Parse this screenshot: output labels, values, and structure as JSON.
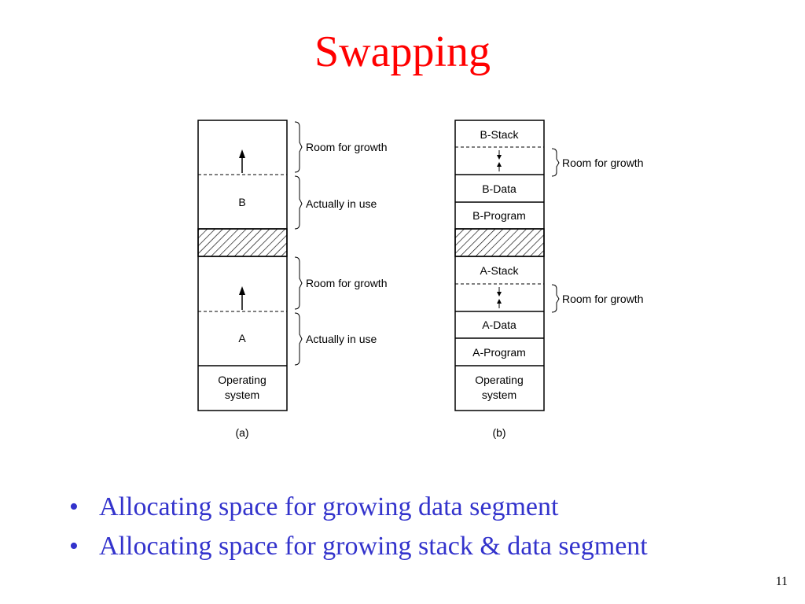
{
  "title": "Swapping",
  "colors": {
    "title": "#ff0000",
    "bullets": "#3333cc",
    "ink": "#000000"
  },
  "diagram_a": {
    "caption": "(a)",
    "segments": [
      "B",
      "A",
      "Operating system"
    ],
    "os_lines": [
      "Operating",
      "system"
    ],
    "annotations": [
      "Room for growth",
      "Actually in use",
      "Room for growth",
      "Actually in use"
    ]
  },
  "diagram_b": {
    "caption": "(b)",
    "segments": [
      "B-Stack",
      "B-Data",
      "B-Program",
      "A-Stack",
      "A-Data",
      "A-Program"
    ],
    "os_lines": [
      "Operating",
      "system"
    ],
    "annotations": [
      "Room for growth",
      "Room for growth"
    ]
  },
  "bullets": [
    "Allocating space for growing data segment",
    "Allocating space for growing stack & data segment"
  ],
  "page_number": "11"
}
